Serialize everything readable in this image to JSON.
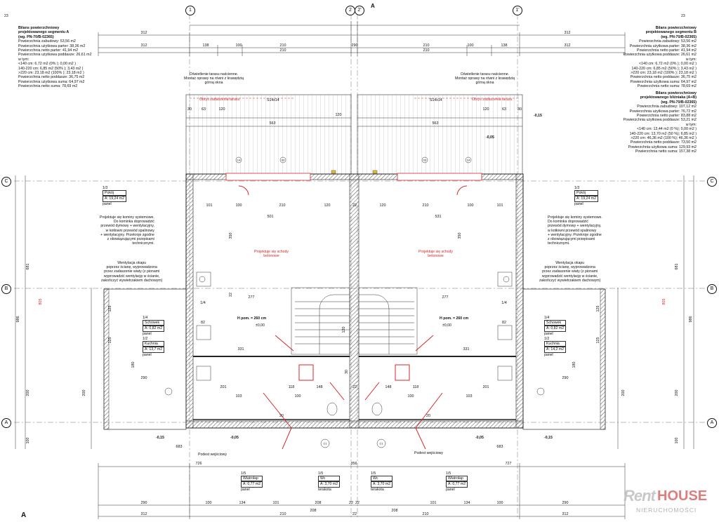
{
  "grid": {
    "cols": [
      "1",
      "2",
      "2'",
      "1'"
    ],
    "rows": [
      "C",
      "B",
      "A"
    ],
    "section_mark": "A",
    "corner_tag": "23"
  },
  "balance_a": {
    "title": [
      "Bilans powierzchniowy",
      "projektowanego segmentu A",
      "(wg. PN-70/B-02365)"
    ],
    "lines": [
      "Powierzchnia zabudowy: 53,56 m2",
      "Powierzchnia użytkowa parter: 38,36 m2",
      "Powierzchnia netto parter: 41,94 m2",
      "Powierzchnia użytkowa poddasze: 26,61 m2",
      "w tym:",
      "<140 cm: 6,72 m2 (0% ); 0,00 m2 )",
      "140-220 cm: 6,85 m2 (50% ); 3,43 m2 )",
      ">220 cm: 23,18 m2 (100% ); 23,18 m2 )",
      "Powierzchnia netto poddasze: 36,75 m2",
      "Powierzchnia użytkowa suma: 64,97 m2",
      "Powierzchnia netto suma: 78,69 m2"
    ]
  },
  "balance_b": {
    "title": [
      "Bilans powierzchniowy",
      "projektowanego segmentu B",
      "(wg. PN-70/B-02365)"
    ],
    "lines": [
      "Powierzchnia zabudowy: 53,56 m2",
      "Powierzchnia użytkowa parter: 38,36 m2",
      "Powierzchnia netto parter: 41,94 m2",
      "Powierzchnia użytkowa poddasze: 26,61 m2",
      "w tym:",
      "<140 cm: 6,72 m2 (0% ); 0,00 m2 )",
      "140-220 cm: 6,85 m2 (50% ); 3,43 m2 )",
      ">220 cm: 23,18 m2 (100% ); 23,18 m2 )",
      "Powierzchnia netto poddasze: 36,75 m2",
      "Powierzchnia użytkowa suma: 64,97 m2",
      "Powierzchnia netto suma: 78,69 m2"
    ]
  },
  "balance_total": {
    "title": [
      "Bilans powierzchniowy",
      "projektowanego bliźniaka (A+B)",
      "(wg. PN-70/B-02365)"
    ],
    "lines": [
      "Powierzchnia zabudowy: 107,12 m2",
      "Powierzchnia użytkowa parter: 76,72 m2",
      "Powierzchnia netto parter: 83,88 m2",
      "Powierzchnia użytkowa poddasze: 53,21 m2",
      "w tym:",
      "<140 cm: 13,44 m2 (0 %); 0,00 m2 )",
      "140-220 cm: 13,70 m2 (50 %); 6,85 m2 )",
      ">220 cm: 46,36 m2 (100 %); 46,36 m2 )",
      "Powierzchnia netto poddasze: 73,50 m2",
      "Powierzchnia użytkowa suma: 129,93 m2",
      "Powierzchnia netto suma: 157,38 m2"
    ]
  },
  "notes": {
    "terrace_light": [
      "Oświetlenie tarasu naścienne.",
      "Montaż oprawy na równi z krawędzią",
      "górną okna"
    ],
    "terrace_light_right": [
      "Oświetlenie tarasu naścienne.",
      "Montaż oprawy na równi z krawędzią",
      "górną okna"
    ],
    "terrace_edge": "Obrys zadaszenia tarasu",
    "terrace_edge_right": "Obrys zadaszenia tarasu",
    "deck": "S14x14",
    "deck_right": "S14x14",
    "chimney_left": [
      "Projektuje się kominy systemowe.",
      "Do kominka doprowadzić",
      "przewód dymowy + wentylacyjny,",
      "w kotłowni przewód spalinowy",
      "+ wentylacyjny. Przekroje zgodne",
      "z obowiązującymi przepisami",
      "technicznymi."
    ],
    "chimney_right": [
      "Projektuje się kominy systemowe.",
      "Do kominka doprowadzić",
      "przewód dymowy + wentylacyjny,",
      "w kotłowni przewód spalinowy",
      "+ wentylacyjny. Przekroje zgodne",
      "z obowiązującymi przepisami",
      "technicznymi."
    ],
    "vent_left": [
      "Wentylacja okapu",
      "poprzez ścianę, wyprowadzona",
      "przez zadaszenie wiaty (z pionami",
      "wyprowadzić wentylację w ścianie,",
      "zakończyć wywietrzakiem dachowym)"
    ],
    "vent_right": [
      "Wentylacja okapu",
      "poprzez ścianę, wyprowadzona",
      "przez zadaszenie wiaty (z pionami",
      "wyprowadzić wentylację w ścianie,",
      "zakończyć wywietrzakiem dachowym)"
    ],
    "stairs_left": [
      "Projektuje się schody",
      "betonowe"
    ],
    "stairs_right": [
      "Projektuje się schody",
      "betonowe"
    ],
    "height_left": "H pom. = 260 cm",
    "height_right": "H pom. = 260 cm",
    "level_left": "±0,00",
    "level_right": "±0,00",
    "entry_left": "Podest wejściowy",
    "entry_right": "Podest wejściowy"
  },
  "rooms": {
    "pokoj_l": [
      "1/3",
      "Pokój",
      "A: 19,24 m2",
      "panel"
    ],
    "pokoj_r": [
      "1/3",
      "Pokój",
      "A: 19,24 m2",
      "panel"
    ],
    "schowek_l": [
      "1/4",
      "Schowek",
      "A: 0,82 m2",
      "panel"
    ],
    "schowek_r": [
      "1/4",
      "Schowek",
      "A: 0,82 m2",
      "panel"
    ],
    "kuchnia_l": [
      "1/2",
      "Kuchnia",
      "A: 13,7 m2",
      "panel"
    ],
    "kuchnia_r": [
      "1/2",
      "Kuchnia",
      "A: 14,2 m2",
      "panel"
    ],
    "wiatrolap_l": [
      "1/5",
      "Wiatrołap",
      "A: 0,77 m2",
      "panel"
    ],
    "wc_l": [
      "1/5",
      "Wc",
      "A: 3,70 m2",
      "terakota"
    ],
    "wc_r": [
      "1/5",
      "Wc",
      "A: 3,70 m2",
      "terakota"
    ],
    "wiatrolap_r": [
      "1/5",
      "Wiatrołap",
      "A: 0,77 m2",
      "panel"
    ]
  },
  "levels": [
    "-0,15",
    "-0,05",
    "-0,15",
    "-0,05",
    "-0,15",
    "-0,05"
  ],
  "dims": {
    "top1": [
      "312",
      "312"
    ],
    "top2": [
      "312",
      "138",
      "100",
      "210",
      "290",
      "210",
      "100",
      "138",
      "312"
    ],
    "top3": [
      "210",
      "210"
    ],
    "terr": [
      "30",
      "63",
      "120",
      "563",
      "120",
      "563",
      "120",
      "63",
      "30"
    ],
    "ctr": [
      "101",
      "100",
      "210",
      "120",
      "22",
      "120",
      "210",
      "100",
      "101"
    ],
    "room": [
      "501",
      "531"
    ],
    "kitchen": [
      "277",
      "277"
    ],
    "mid": [
      "331",
      "331"
    ],
    "bot": [
      "290",
      "201",
      "103",
      "118",
      "100",
      "148",
      "22",
      "148",
      "100",
      "118",
      "103",
      "201",
      "290"
    ],
    "bottom": [
      "683",
      "683",
      "726",
      "356",
      "727"
    ],
    "bot2": [
      "290",
      "100",
      "134",
      "101",
      "22",
      "208",
      "22",
      "101",
      "134",
      "100",
      "290"
    ],
    "bot3": [
      "312",
      "210",
      "208",
      "22",
      "208",
      "210",
      "312"
    ],
    "vert": [
      "681",
      "986",
      "805",
      "125",
      "125",
      "200",
      "100",
      "180",
      "200",
      "350",
      "30",
      "120",
      "22"
    ],
    "misc": [
      "1/4",
      "1/4",
      "82",
      "82",
      "20",
      "20",
      "03",
      "03",
      "C1",
      "C1",
      "14",
      "14"
    ]
  },
  "logo": {
    "w1": "Rent",
    "w2": "HOUSE",
    "w3": "NIERUCHOMOŚCI"
  }
}
